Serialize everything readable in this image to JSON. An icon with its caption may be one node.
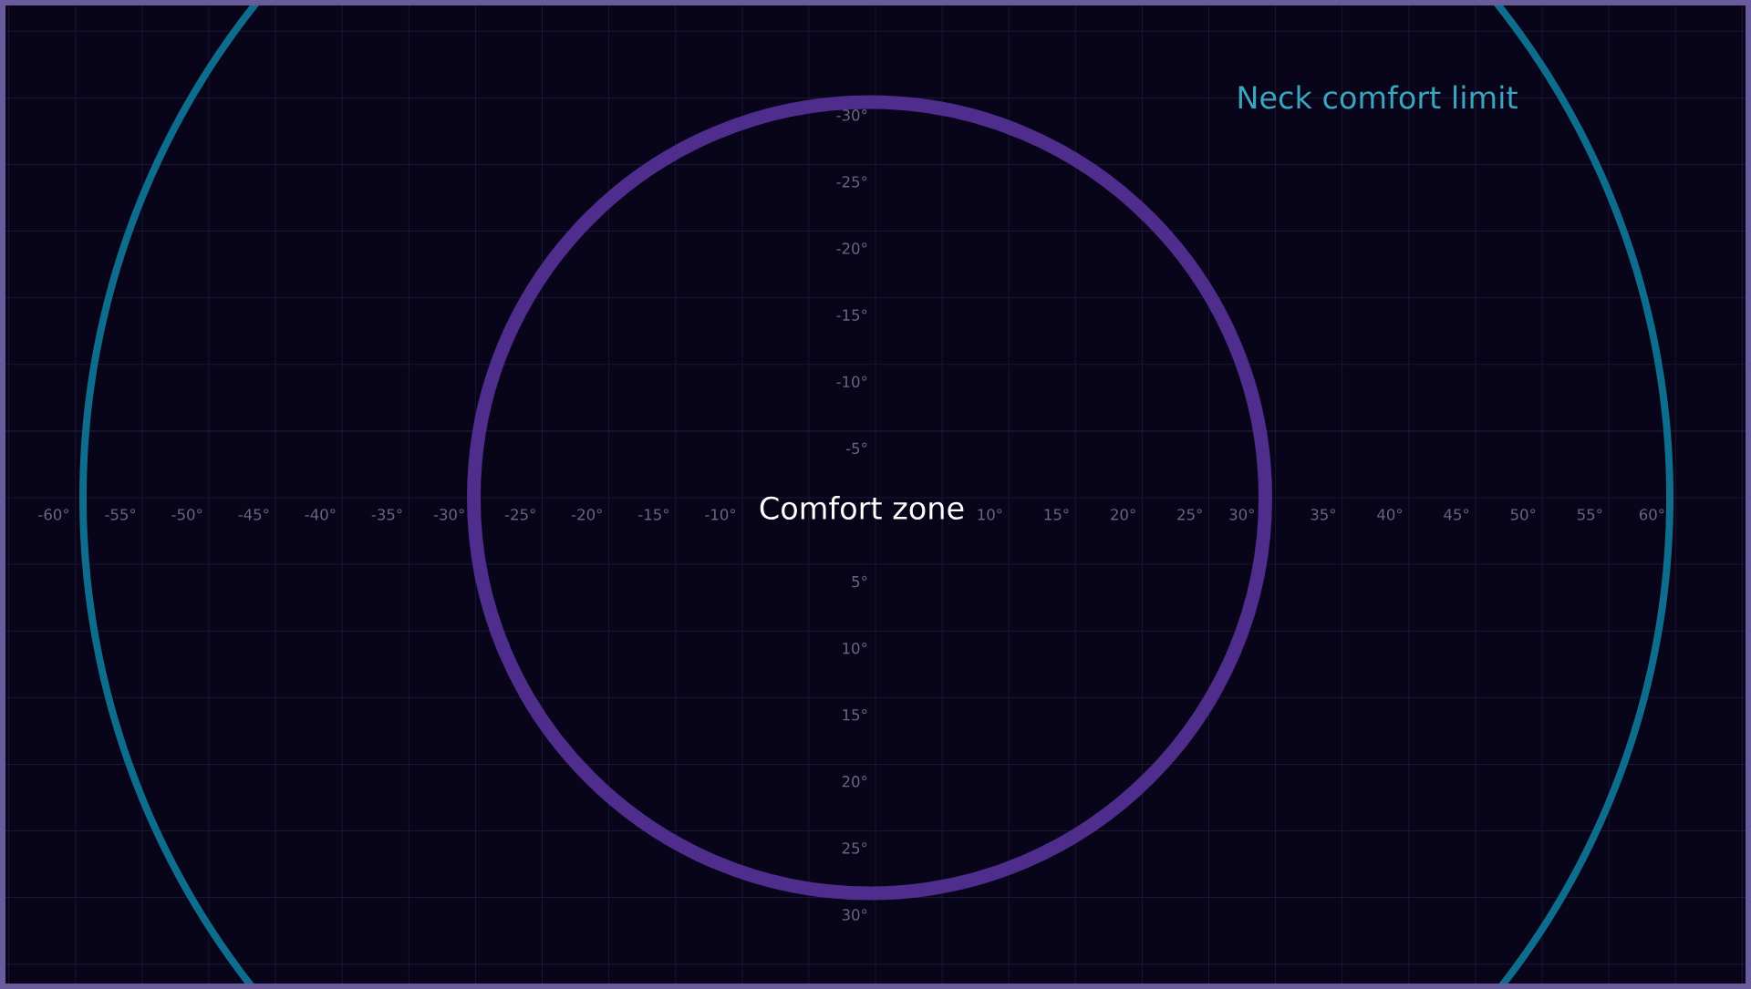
{
  "diagram": {
    "nodes": [
      {
        "text": [
          "Neck comfort limit"
        ]
      },
      {
        "text": [
          "Comfort zone"
        ],
        "in": 0
      }
    ],
    "labels": [
      "-30°",
      "-25°",
      "-20°",
      "-15°",
      "-10°",
      "-5°",
      "-60°",
      "-55°",
      "-50°",
      "-45°",
      "-40°",
      "-35°",
      "-30°",
      "-25°",
      "-20°",
      "-15°",
      "-10°",
      "10°",
      "15°",
      "20°",
      "25°",
      "30°",
      "35°",
      "40°",
      "45°",
      "50°",
      "55°",
      "60°",
      "5°",
      "10°",
      "15°",
      "20°",
      "25°",
      "30°"
    ]
  }
}
